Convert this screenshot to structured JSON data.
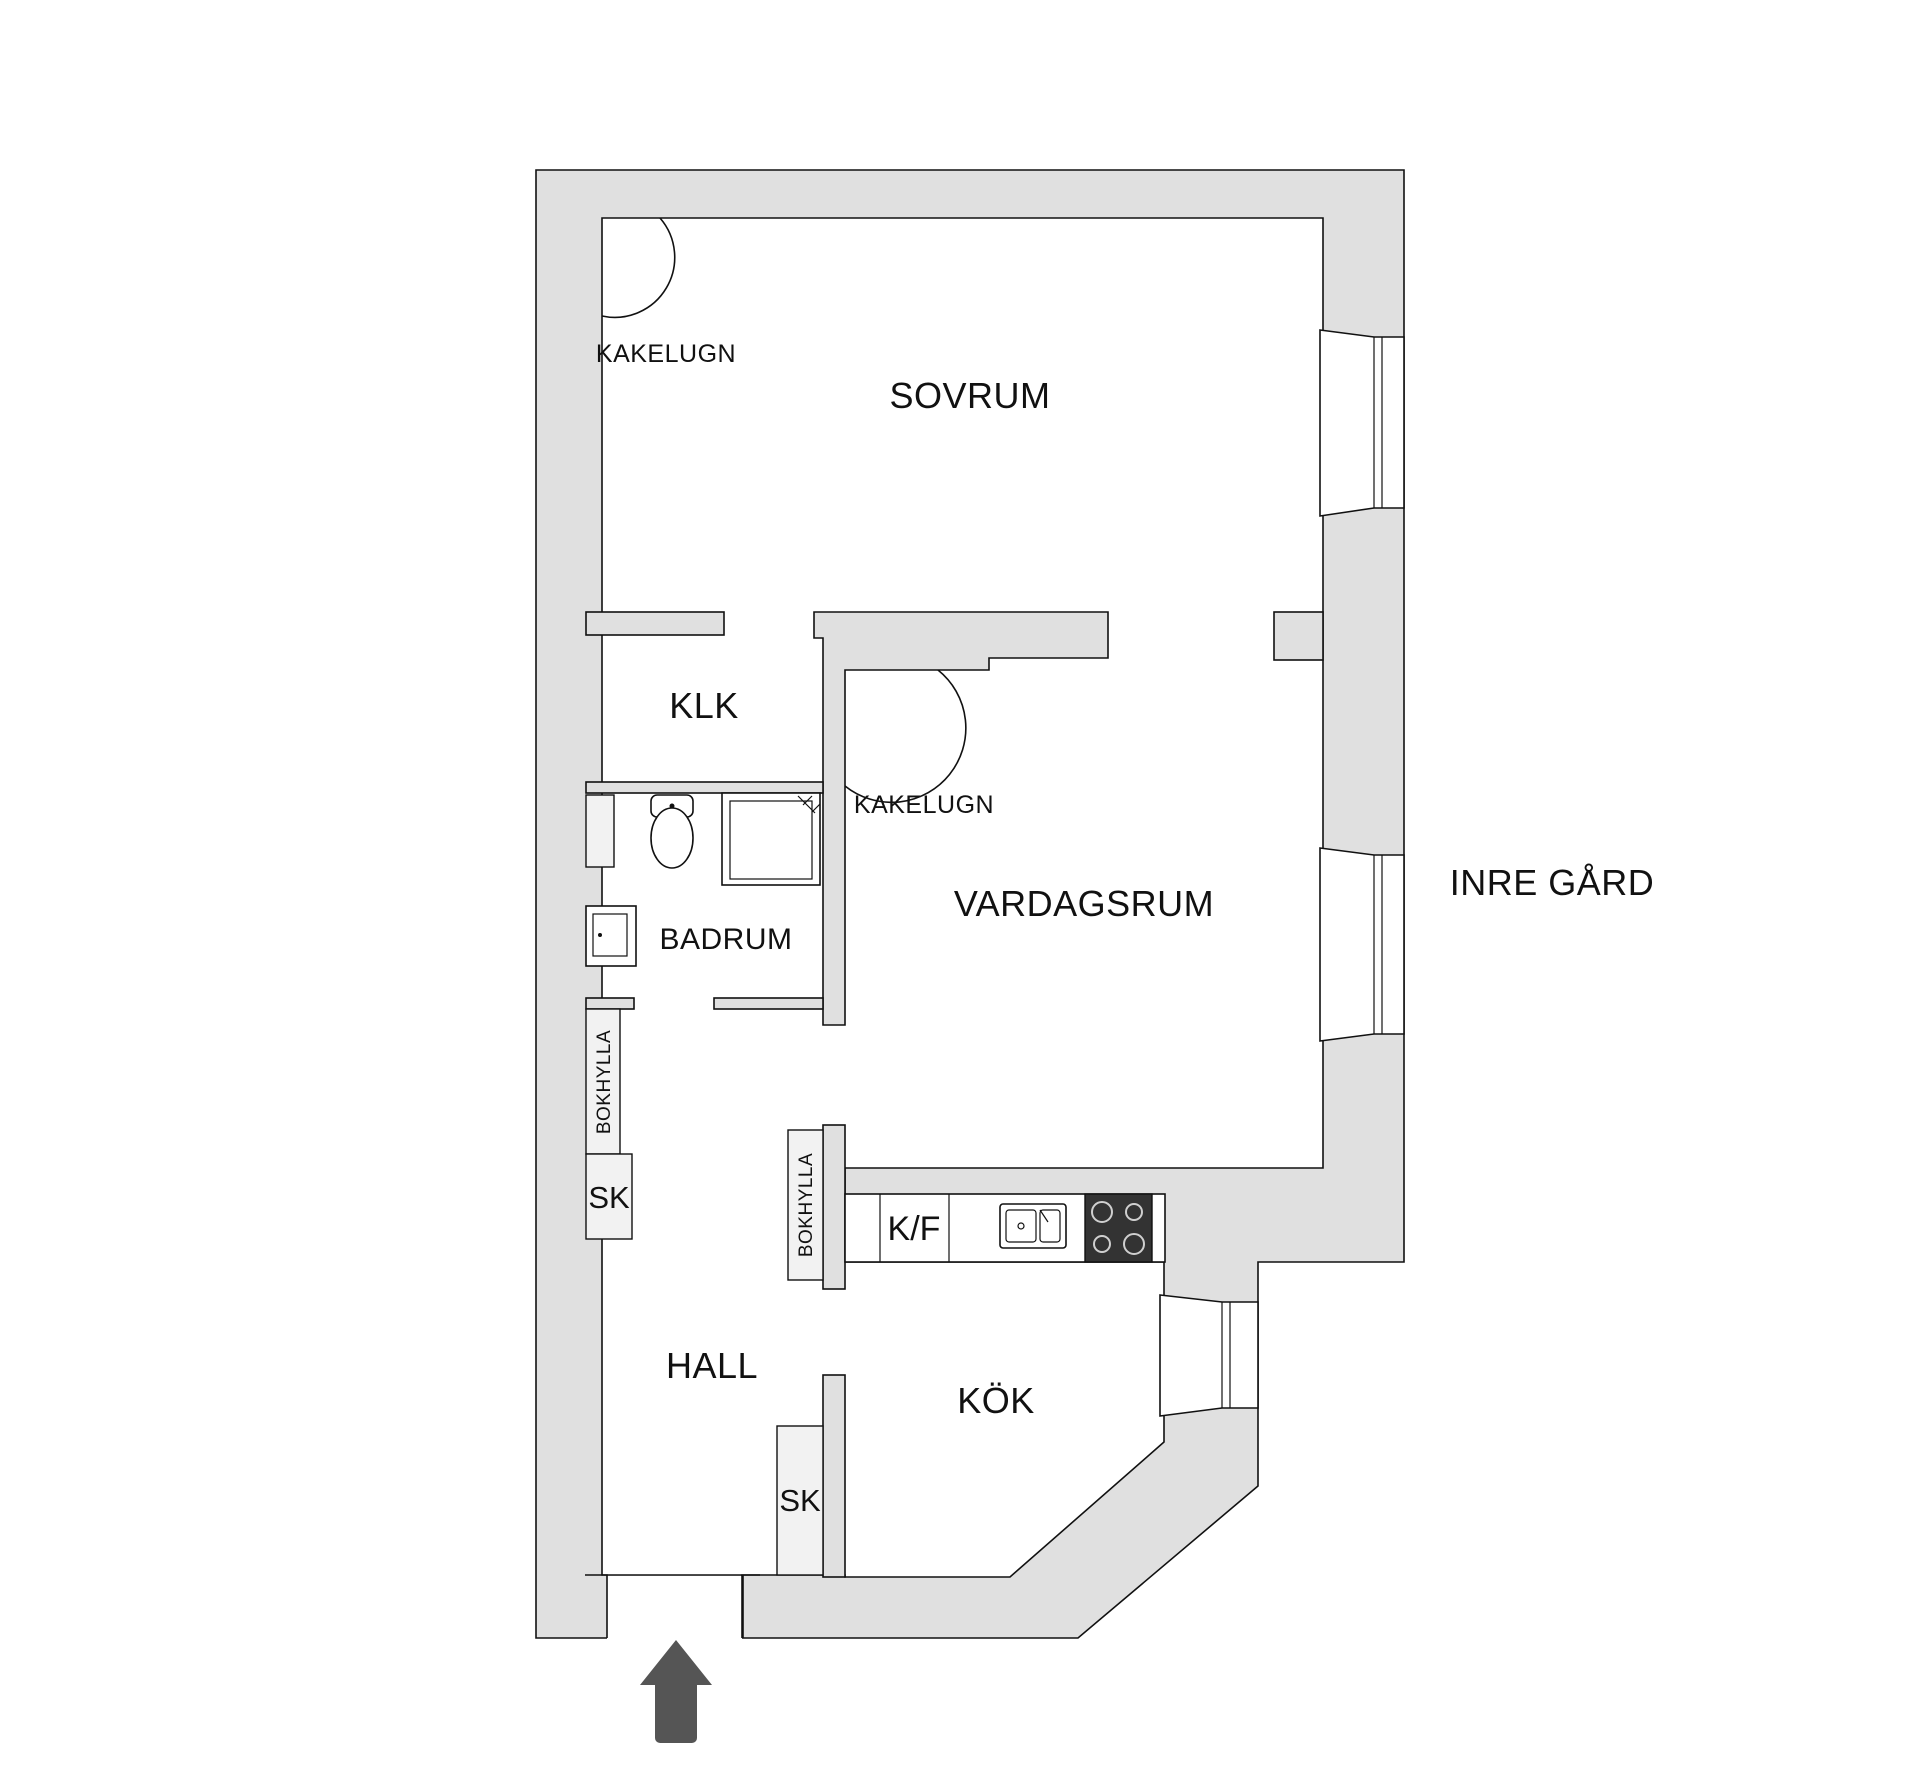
{
  "rooms": {
    "sovrum": "SOVRUM",
    "klk": "KLK",
    "vardagsrum": "VARDAGSRUM",
    "badrum": "BADRUM",
    "hall": "HALL",
    "kok": "KÖK"
  },
  "fixtures": {
    "kakelugn_1": "KAKELUGN",
    "kakelugn_2": "KAKELUGN",
    "bokhylla_hall": "BOKHYLLA",
    "bokhylla_kok": "BOKHYLLA",
    "sk_hall_upper": "SK",
    "sk_hall_lower": "SK",
    "kf": "K/F"
  },
  "outside": {
    "courtyard": "INRE GÅRD"
  },
  "colors": {
    "wall_fill": "#e0e0e0",
    "line": "#111111",
    "stove": "#333333",
    "entrance_arrow": "#555555"
  },
  "icons": {
    "entrance": "up-arrow-icon",
    "toilet": "toilet-icon",
    "shower": "shower-icon",
    "sink": "washbasin-icon",
    "kitchen_sink": "kitchen-sink-icon",
    "stove": "stove-icon"
  }
}
